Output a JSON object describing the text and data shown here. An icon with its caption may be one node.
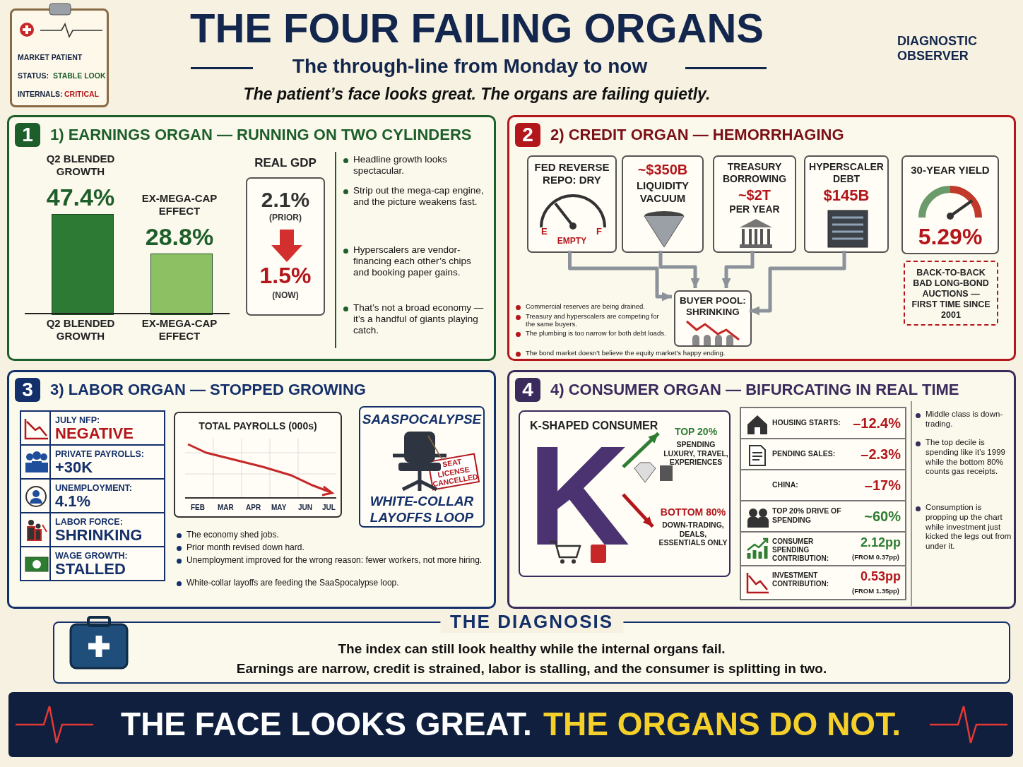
{
  "diagram": {
    "title": "THE FOUR FAILING ORGANS",
    "nodes": [
      {
        "text": [
          "MARKET PATIENT",
          "STATUS:",
          "STABLE LOOK",
          "INTERNALS:",
          "CRITICAL"
        ]
      },
      {
        "text": [
          "1",
          "1) EARNINGS ORGAN — RUNNING ON TWO CYLINDERS"
        ]
      },
      {
        "text": [
          "REAL GDP",
          "2.1%",
          "(PRIOR)",
          "1.5%",
          "(NOW)"
        ],
        "in": 1
      },
      {
        "text": [
          "2",
          "2) CREDIT ORGAN — HEMORRHAGING"
        ]
      },
      {
        "text": [
          "FED REVERSE REPO: DRY",
          "E",
          "F",
          "EMPTY"
        ],
        "in": 3
      },
      {
        "text": [
          "~$350B",
          "LIQUIDITY VACUUM"
        ],
        "in": 3
      },
      {
        "text": [
          "TREASURY BORROWING",
          "~$2T",
          "PER YEAR"
        ],
        "in": 3
      },
      {
        "text": [
          "HYPERSCALER DEBT",
          "$145B"
        ],
        "in": 3
      },
      {
        "text": [
          "30-YEAR YIELD",
          "5.29%"
        ],
        "in": 3
      },
      {
        "text": [
          "BACK-TO-BACK BAD LONG-BOND AUCTIONS — FIRST TIME SINCE 2001"
        ],
        "in": 3
      },
      {
        "text": [
          "BUYER POOL: SHRINKING"
        ],
        "in": 3
      },
      {
        "text": [
          "3",
          "3) LABOR ORGAN — STOPPED GROWING"
        ]
      },
      {
        "text": [
          "JULY NFP:",
          "NEGATIVE"
        ],
        "in": 11
      },
      {
        "text": [
          "PRIVATE PAYROLLS:",
          "+30K"
        ],
        "in": 11
      },
      {
        "text": [
          "UNEMPLOYMENT:",
          "4.1%"
        ],
        "in": 11
      },
      {
        "text": [
          "LABOR FORCE:",
          "SHRINKING"
        ],
        "in": 11
      },
      {
        "text": [
          "WAGE GROWTH:",
          "STALLED"
        ],
        "in": 11
      },
      {
        "text": [
          "TOTAL PAYROLLS (000s)",
          "FEB",
          "MAR",
          "APR",
          "MAY",
          "JUN",
          "JUL"
        ],
        "in": 11
      },
      {
        "text": [
          "SAASPOCALYPSE",
          "SEAT LICENSE CANCELLED",
          "WHITE-COLLAR LAYOFFS LOOP"
        ],
        "in": 11
      },
      {
        "text": [
          "4",
          "4) CONSUMER ORGAN — BIFURCATING IN REAL TIME"
        ]
      },
      {
        "text": [
          "K-SHAPED CONSUMER"
        ],
        "in": 19
      },
      {
        "text": [
          "K"
        ],
        "in": 20
      },
      {
        "text": [
          "TOP 20%",
          "SPENDING LUXURY, TRAVEL, EXPERIENCES"
        ],
        "in": 20
      },
      {
        "text": [
          "BOTTOM 80%",
          "DOWN-TRADING, DEALS, ESSENTIALS ONLY"
        ],
        "in": 20
      },
      {
        "text": [
          "HOUSING STARTS:",
          "–12.4%"
        ],
        "in": 19
      },
      {
        "text": [
          "PENDING SALES:",
          "–2.3%"
        ],
        "in": 19
      },
      {
        "text": [
          "CHINA:",
          "–17%"
        ],
        "in": 19
      },
      {
        "text": [
          "TOP 20% DRIVE OF SPENDING",
          "~60%"
        ],
        "in": 19
      },
      {
        "text": [
          "CONSUMER SPENDING CONTRIBUTION:",
          "2.12pp",
          "(FROM 0.37pp)"
        ],
        "in": 19
      },
      {
        "text": [
          "INVESTMENT CONTRIBUTION:",
          "0.53pp",
          "(FROM 1.35pp)"
        ],
        "in": 19
      },
      {
        "text": [
          "THE DIAGNOSIS",
          "The index can still look healthy while the internal organs fail.",
          "Earnings are narrow, credit is strained, labor is stalling, and the consumer is splitting in two."
        ]
      },
      {
        "text": [
          "THE FACE LOOKS GREAT.",
          "THE ORGANS DO NOT."
        ]
      },
      {
        "text": [],
        "shape": "bar",
        "in": 1,
        "beside": [
          "Q2 BLENDED GROWTH",
          "47.4%",
          "Q2 BLENDED GROWTH"
        ]
      },
      {
        "text": [],
        "shape": "bar",
        "in": 1,
        "beside": [
          "EX-MEGA-CAP EFFECT",
          "28.8%",
          "EX-MEGA-CAP EFFECT"
        ]
      }
    ],
    "edges": [
      {
        "from": 4,
        "to": 10,
        "arrow": "to",
        "color": "#8c9299"
      },
      {
        "from": 5,
        "to": 10,
        "arrow": "to",
        "color": "#8c9299"
      },
      {
        "from": 6,
        "to": 10,
        "arrow": "to",
        "color": "#8c9299"
      },
      {
        "from": 7,
        "to": 10,
        "arrow": "to",
        "color": "#8c9299"
      },
      {
        "from": 21,
        "to": 22,
        "arrow": "to",
        "color": "#2e7d32"
      },
      {
        "from": 21,
        "to": 23,
        "arrow": "to",
        "color": "#b3161b"
      }
    ],
    "labels": [
      "The through-line from Monday to now",
      "The patient’s face looks great. The organs are failing quietly.",
      "DIAGNOSTIC OBSERVER",
      "Headline growth looks spectacular.",
      "Strip out the mega-cap engine, and the picture weakens fast.",
      "Hyperscalers are vendor-financing each other’s chips and booking paper gains.",
      "That’s not a broad economy — it’s a handful of giants playing catch.",
      "Commercial reserves are being drained.",
      "Treasury and hyperscalers are competing for the same buyers.",
      "The plumbing is too narrow for both debt loads.",
      "The bond market doesn’t believe the equity market’s happy ending.",
      "The economy shed jobs.",
      "Prior month revised down hard.",
      "Unemployment improved for the wrong reason: fewer workers, not more hiring.",
      "White-collar layoffs are feeding the SaaSpocalypse loop.",
      "Middle class is down-trading.",
      "The top decile is spending like it’s 1999 while the bottom 80% counts gas receipts.",
      "Consumption is propping up the chart while investment just kicked the legs out from under it."
    ]
  }
}
